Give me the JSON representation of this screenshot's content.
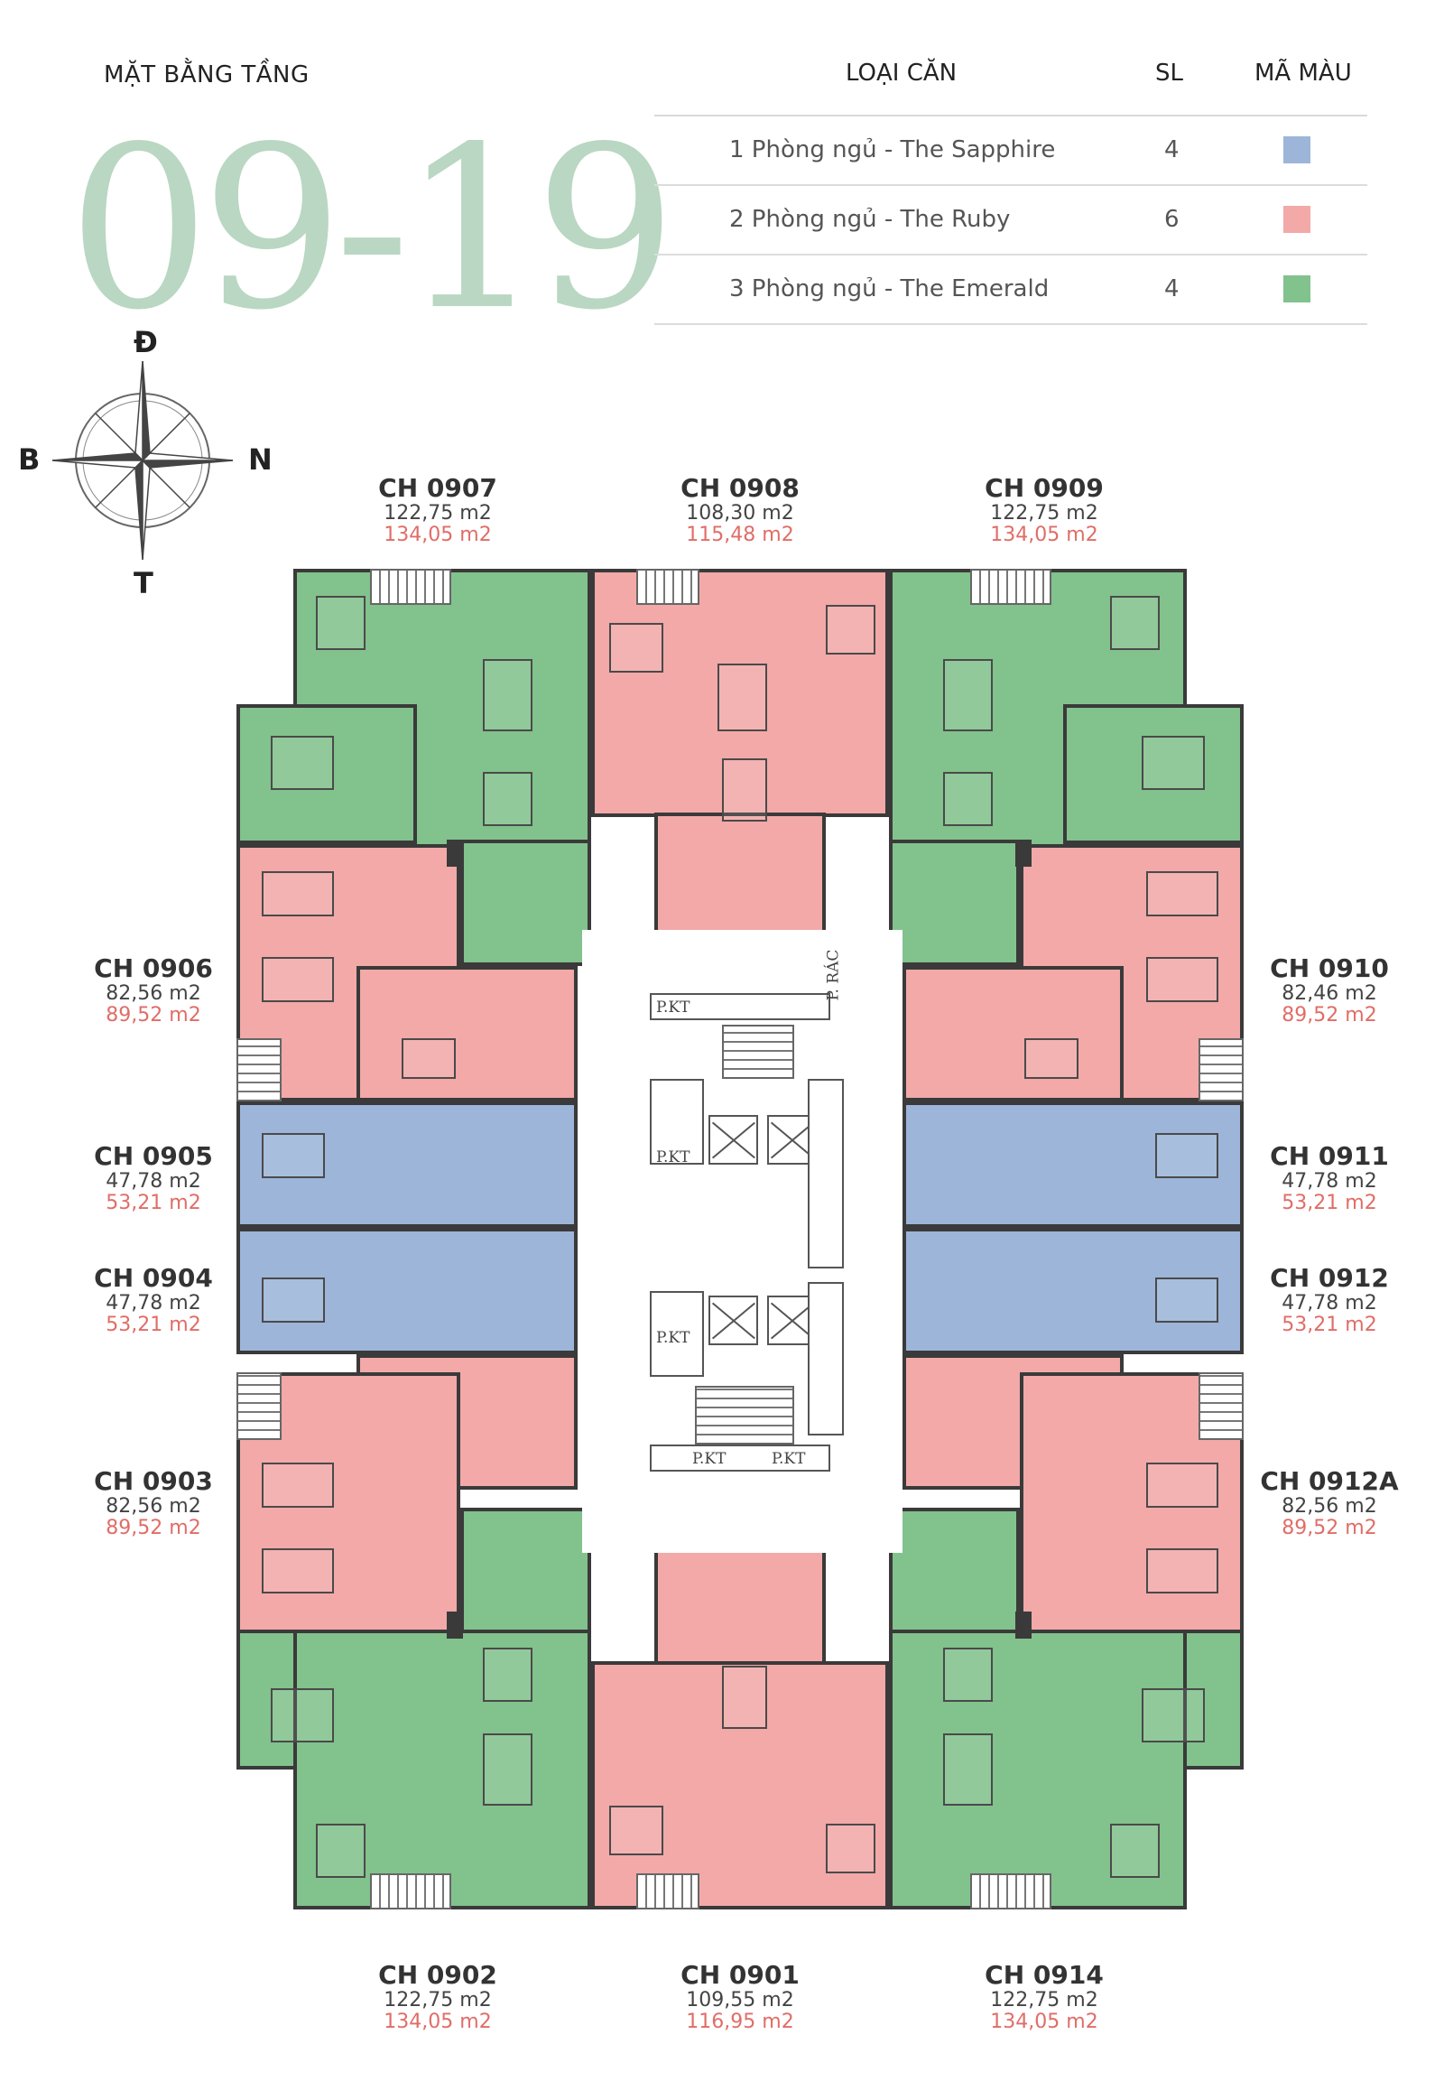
{
  "header": {
    "floor_heading": "MẶT BẰNG TẦNG",
    "floor_range": "09-19"
  },
  "legend": {
    "col_type": "LOẠI CĂN",
    "col_qty": "SL",
    "col_color": "MÃ MÀU",
    "rows": [
      {
        "name": "1 Phòng ngủ - The Sapphire",
        "qty": "4",
        "color": "#9db5d9"
      },
      {
        "name": "2 Phòng ngủ - The Ruby",
        "qty": "6",
        "color": "#f2a9a8"
      },
      {
        "name": "3 Phòng ngủ - The Emerald",
        "qty": "4",
        "color": "#82c28d"
      }
    ]
  },
  "compass": {
    "north_letter": "Đ",
    "west_letter": "B",
    "east_letter": "N",
    "south_letter": "T"
  },
  "colors": {
    "emerald": "#82c28d",
    "ruby": "#f2a9a8",
    "sapphire": "#9db5d9",
    "area_secondary": "#e06d67",
    "title_tint": "#b9d7c2"
  },
  "units": {
    "u0907": {
      "name": "CH 0907",
      "area": "122,75 m2",
      "area2": "134,05 m2"
    },
    "u0908": {
      "name": "CH 0908",
      "area": "108,30 m2",
      "area2": "115,48 m2"
    },
    "u0909": {
      "name": "CH 0909",
      "area": "122,75 m2",
      "area2": "134,05 m2"
    },
    "u0906": {
      "name": "CH 0906",
      "area": "82,56 m2",
      "area2": "89,52 m2"
    },
    "u0910": {
      "name": "CH 0910",
      "area": "82,46 m2",
      "area2": "89,52 m2"
    },
    "u0905": {
      "name": "CH 0905",
      "area": "47,78 m2",
      "area2": "53,21 m2"
    },
    "u0911": {
      "name": "CH 0911",
      "area": "47,78 m2",
      "area2": "53,21 m2"
    },
    "u0904": {
      "name": "CH 0904",
      "area": "47,78 m2",
      "area2": "53,21 m2"
    },
    "u0912": {
      "name": "CH 0912",
      "area": "47,78 m2",
      "area2": "53,21 m2"
    },
    "u0903": {
      "name": "CH 0903",
      "area": "82,56 m2",
      "area2": "89,52 m2"
    },
    "u0912a": {
      "name": "CH 0912A",
      "area": "82,56 m2",
      "area2": "89,52 m2"
    },
    "u0902": {
      "name": "CH 0902",
      "area": "122,75 m2",
      "area2": "134,05 m2"
    },
    "u0901": {
      "name": "CH 0901",
      "area": "109,55 m2",
      "area2": "116,95 m2"
    },
    "u0914": {
      "name": "CH 0914",
      "area": "122,75 m2",
      "area2": "134,05 m2"
    }
  },
  "core": {
    "pkt": "P.KT",
    "prac": "P. RÁC"
  }
}
